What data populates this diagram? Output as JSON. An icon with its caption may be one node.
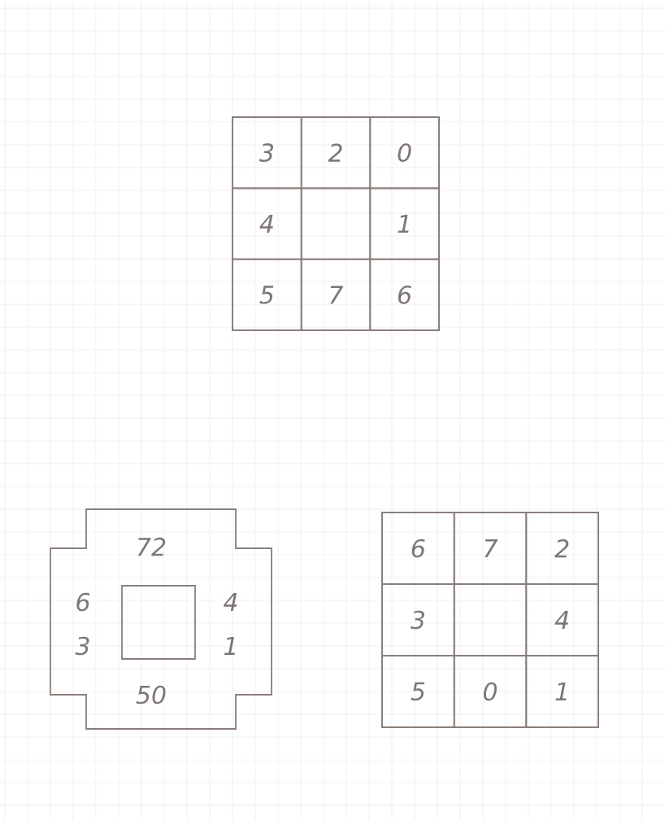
{
  "diagram": {
    "nodes": [
      {
        "text": [],
        "shape": "box"
      },
      {
        "text": [
          "3"
        ],
        "in": 0
      },
      {
        "text": [
          "2"
        ],
        "in": 0
      },
      {
        "text": [
          "0"
        ],
        "in": 0
      },
      {
        "text": [
          "4"
        ],
        "in": 0
      },
      {
        "text": [],
        "shape": "box",
        "in": 0
      },
      {
        "text": [
          "1"
        ],
        "in": 0
      },
      {
        "text": [
          "5"
        ],
        "in": 0
      },
      {
        "text": [
          "7"
        ],
        "in": 0
      },
      {
        "text": [
          "6"
        ],
        "in": 0
      },
      {
        "text": [
          "72",
          "6",
          "3",
          "4",
          "1",
          "50"
        ]
      },
      {
        "text": [],
        "shape": "box",
        "in": 10
      },
      {
        "text": [],
        "shape": "box"
      },
      {
        "text": [
          "6"
        ],
        "in": 12
      },
      {
        "text": [
          "7"
        ],
        "in": 12
      },
      {
        "text": [
          "2"
        ],
        "in": 12
      },
      {
        "text": [
          "3"
        ],
        "in": 12
      },
      {
        "text": [],
        "shape": "box",
        "in": 12
      },
      {
        "text": [
          "4"
        ],
        "in": 12
      },
      {
        "text": [
          "5"
        ],
        "in": 12
      },
      {
        "text": [
          "0"
        ],
        "in": 12
      },
      {
        "text": [
          "1"
        ],
        "in": 12
      }
    ]
  }
}
